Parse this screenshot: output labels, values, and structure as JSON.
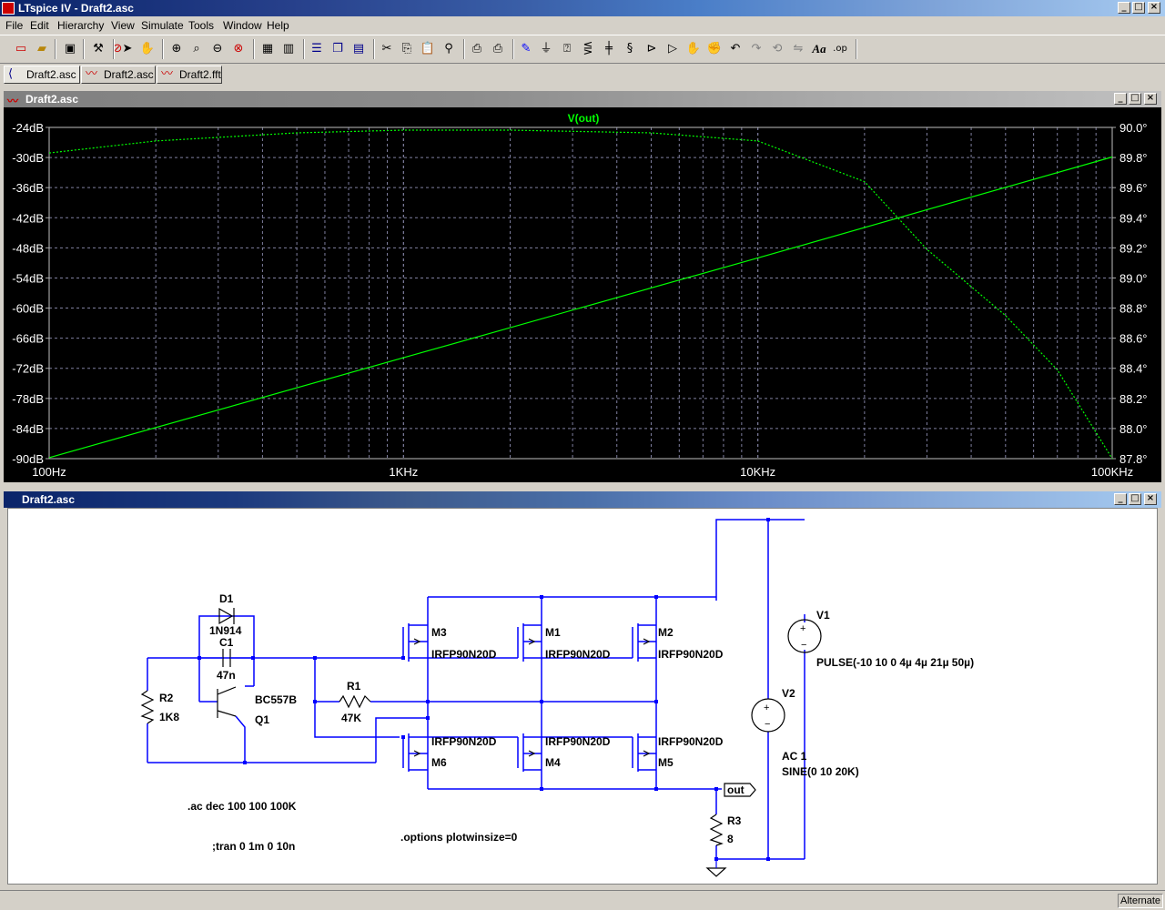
{
  "app": {
    "title": "LTspice IV - Draft2.asc"
  },
  "menu": [
    "File",
    "Edit",
    "Hierarchy",
    "View",
    "Simulate",
    "Tools",
    "Window",
    "Help"
  ],
  "tabs": [
    {
      "label": "Draft2.asc",
      "icon": "schematic-icon"
    },
    {
      "label": "Draft2.asc",
      "icon": "waveform-icon"
    },
    {
      "label": "Draft2.fft",
      "icon": "waveform-icon"
    }
  ],
  "plot_window": {
    "title": "Draft2.asc",
    "trace_label": "V(out)",
    "trace_color": "#00ff00",
    "background": "#000000",
    "grid_color": "#7f7f9f"
  },
  "schematic_window": {
    "title": "Draft2.asc"
  },
  "chart_data": {
    "type": "line",
    "title": "V(out)",
    "x_scale": "log",
    "xlim": [
      100,
      100000
    ],
    "x_ticks": [
      "100Hz",
      "1KHz",
      "10KHz",
      "100KHz"
    ],
    "y_left_ticks": [
      "-24dB",
      "-30dB",
      "-36dB",
      "-42dB",
      "-48dB",
      "-54dB",
      "-60dB",
      "-66dB",
      "-72dB",
      "-78dB",
      "-84dB",
      "-90dB"
    ],
    "y_left_range": [
      -90,
      -24
    ],
    "y_right_ticks": [
      "90.0°",
      "89.8°",
      "89.6°",
      "89.4°",
      "89.2°",
      "89.0°",
      "88.8°",
      "88.6°",
      "88.4°",
      "88.2°",
      "88.0°",
      "87.8°"
    ],
    "y_right_range": [
      87.8,
      90.0
    ],
    "grid": true,
    "series": [
      {
        "name": "magnitude",
        "style": "solid",
        "axis": "left",
        "x": [
          100,
          1000,
          10000,
          100000
        ],
        "values": [
          -89.8,
          -69.9,
          -50.0,
          -29.9
        ]
      },
      {
        "name": "phase",
        "style": "dashed",
        "axis": "right",
        "x": [
          100,
          200,
          500,
          1000,
          2000,
          5000,
          10000,
          20000,
          30000,
          50000,
          70000,
          100000
        ],
        "values": [
          89.83,
          89.91,
          89.964,
          89.982,
          89.982,
          89.964,
          89.91,
          89.64,
          89.19,
          88.75,
          88.39,
          87.8
        ]
      }
    ]
  },
  "schematic": {
    "labels": [
      {
        "id": "d1",
        "text": "D1"
      },
      {
        "id": "d1v",
        "text": "1N914"
      },
      {
        "id": "c1",
        "text": "C1"
      },
      {
        "id": "c1v",
        "text": "47n"
      },
      {
        "id": "r2",
        "text": "R2"
      },
      {
        "id": "r2v",
        "text": "1K8"
      },
      {
        "id": "q1t",
        "text": "BC557B"
      },
      {
        "id": "q1",
        "text": "Q1"
      },
      {
        "id": "r1",
        "text": "R1"
      },
      {
        "id": "r1v",
        "text": "47K"
      },
      {
        "id": "m3",
        "text": "M3"
      },
      {
        "id": "m3v",
        "text": "IRFP90N20D"
      },
      {
        "id": "m1",
        "text": "M1"
      },
      {
        "id": "m1v",
        "text": "IRFP90N20D"
      },
      {
        "id": "m2",
        "text": "M2"
      },
      {
        "id": "m2v",
        "text": "IRFP90N20D"
      },
      {
        "id": "m6v",
        "text": "IRFP90N20D"
      },
      {
        "id": "m6",
        "text": "M6"
      },
      {
        "id": "m4v",
        "text": "IRFP90N20D"
      },
      {
        "id": "m4",
        "text": "M4"
      },
      {
        "id": "m5v",
        "text": "IRFP90N20D"
      },
      {
        "id": "m5",
        "text": "M5"
      },
      {
        "id": "v1",
        "text": "V1"
      },
      {
        "id": "v1v",
        "text": "PULSE(-10 10 0 4µ 4µ 21µ 50µ)"
      },
      {
        "id": "v2",
        "text": "V2"
      },
      {
        "id": "v2a",
        "text": "AC 1"
      },
      {
        "id": "v2s",
        "text": "SINE(0 10 20K)"
      },
      {
        "id": "out",
        "text": "out"
      },
      {
        "id": "r3",
        "text": "R3"
      },
      {
        "id": "r3v",
        "text": "8"
      },
      {
        "id": "ac",
        "text": ".ac dec 100 100 100K"
      },
      {
        "id": "tran",
        "text": ";tran 0 1m 0 10n"
      },
      {
        "id": "opts",
        "text": ".options plotwinsize=0"
      }
    ]
  },
  "status": {
    "mode": "Alternate"
  }
}
